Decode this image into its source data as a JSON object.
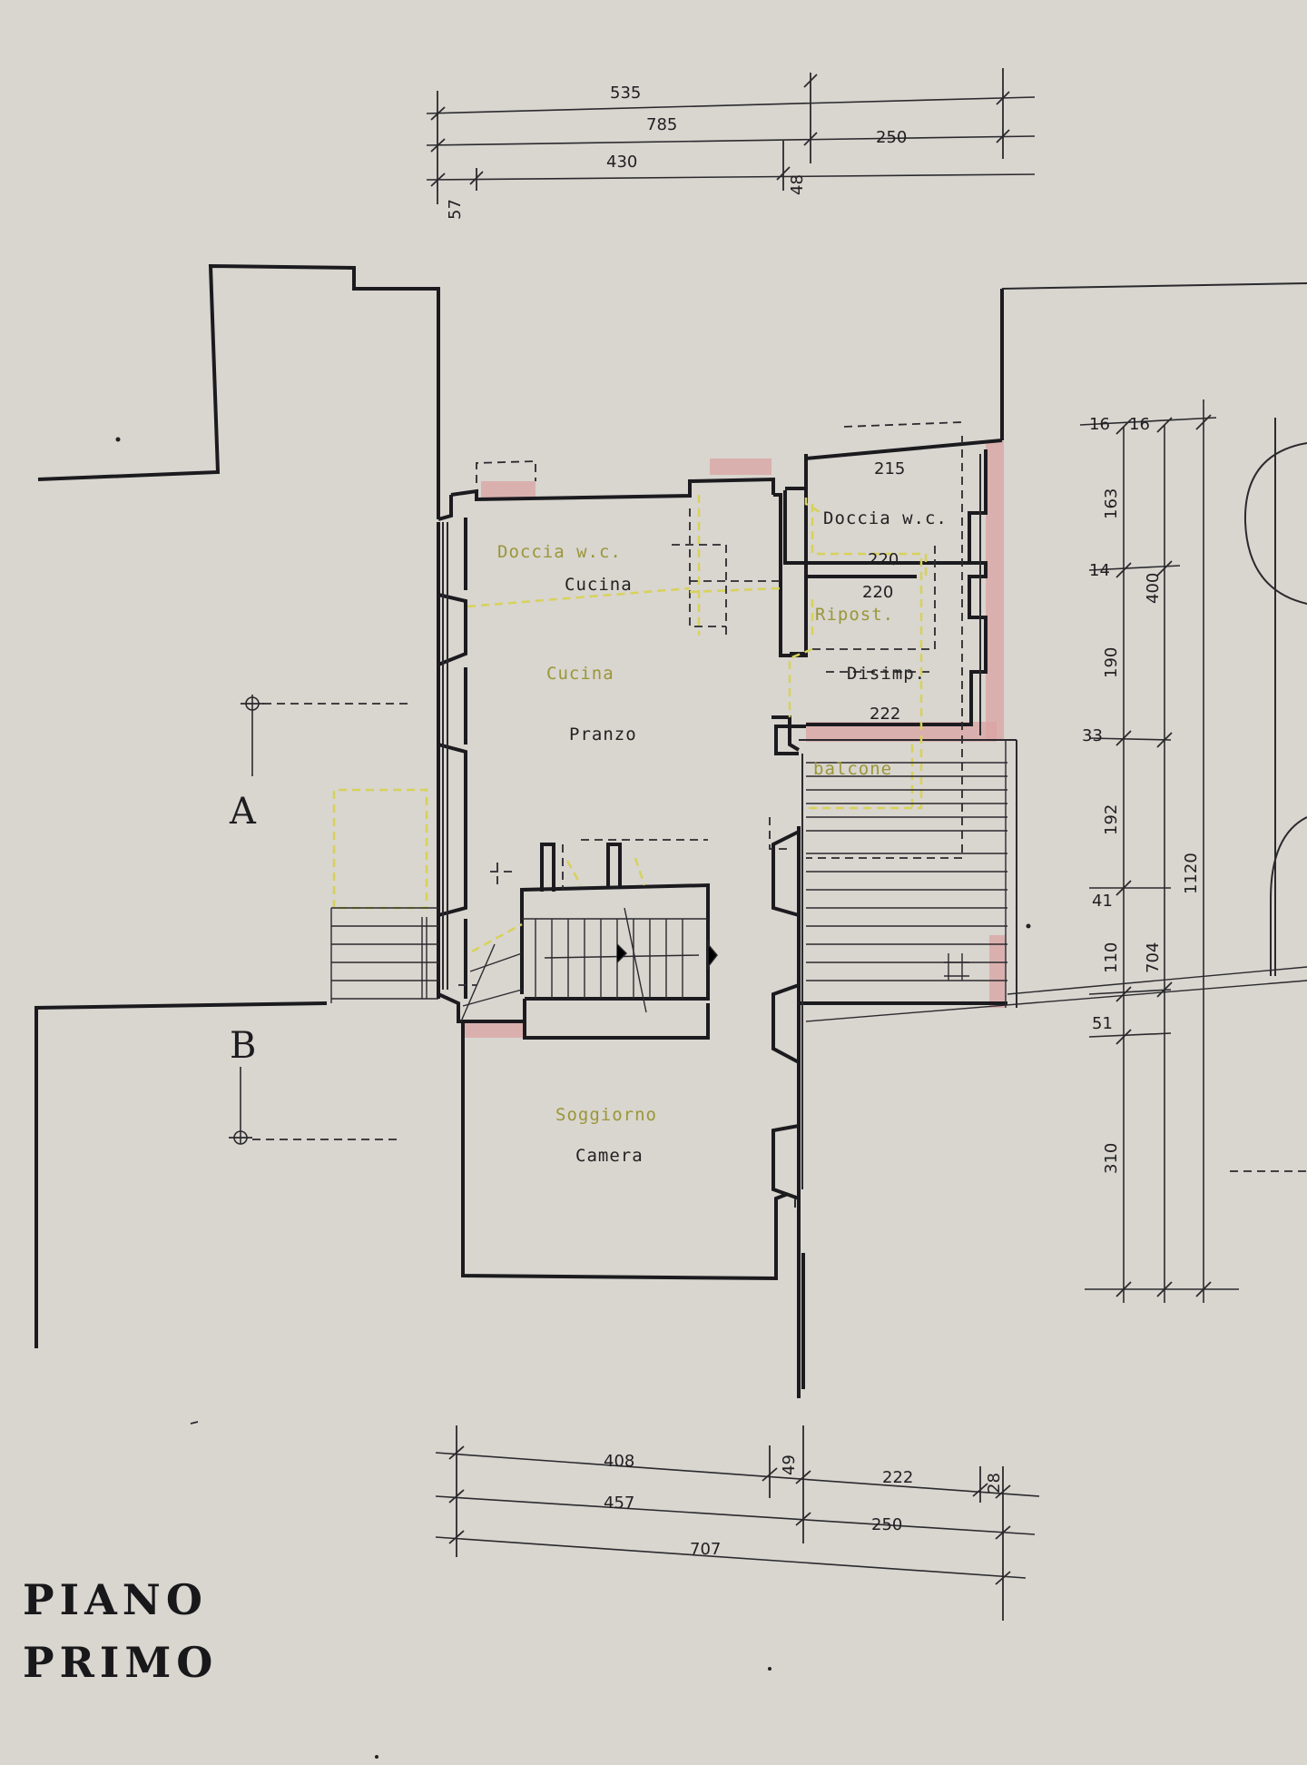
{
  "title": {
    "line1": "PIANO",
    "line2": "PRIMO"
  },
  "sections": {
    "a": "A",
    "b": "B"
  },
  "rooms": {
    "doccia_wc_left": "Doccia w.c.",
    "cucina_small": "Cucina",
    "cucina": "Cucina",
    "pranzo": "Pranzo",
    "doccia_wc_right": "Doccia w.c.",
    "riposto": "Ripost.",
    "disimpegno": "Disimp.",
    "balcone": "balcone",
    "soggiorno": "Soggiorno",
    "camera": "Camera"
  },
  "dimensions": {
    "top": [
      "535",
      "785",
      "250",
      "430",
      "57",
      "48"
    ],
    "right": [
      "16",
      "16",
      "163",
      "14",
      "400",
      "190",
      "33",
      "192",
      "1120",
      "41",
      "110",
      "704",
      "51",
      "310"
    ],
    "interior": [
      "215",
      "220",
      "220",
      "222"
    ],
    "bottom": [
      "408",
      "49",
      "222",
      "28",
      "457",
      "250",
      "707"
    ]
  },
  "colors": {
    "paper": "#d9d5cf",
    "ink": "#1b1b1f",
    "highlight_pink": "#d9a3a3",
    "highlight_yellow": "#d7d25a"
  }
}
